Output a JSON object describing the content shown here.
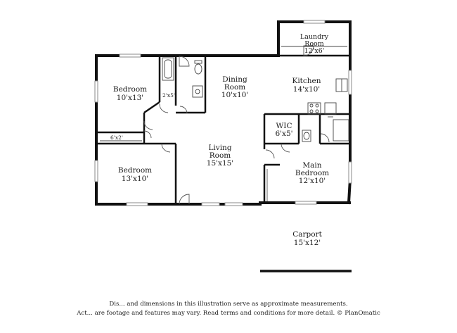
{
  "rooms": {
    "laundry": {
      "name_line1": "Laundry",
      "name_line2": "Room",
      "size": "12'x6'"
    },
    "bedroom1": {
      "name": "Bedroom",
      "size": "10'x13'"
    },
    "closet1": {
      "size": "2'x5'"
    },
    "dining": {
      "name_line1": "Dining",
      "name_line2": "Room",
      "size": "10'x10'"
    },
    "kitchen": {
      "name": "Kitchen",
      "size": "14'x10'"
    },
    "closet2": {
      "size": "6'x2'"
    },
    "wic": {
      "name": "WIC",
      "size": "6'x5'"
    },
    "living": {
      "name_line1": "Living",
      "name_line2": "Room",
      "size": "15'x15'"
    },
    "main_bedroom": {
      "name_line1": "Main",
      "name_line2": "Bedroom",
      "size": "12'x10'"
    },
    "bedroom2": {
      "name": "Bedroom",
      "size": "13'x10'"
    },
    "carport": {
      "name": "Carport",
      "size": "15'x12'"
    }
  },
  "disclaimer": {
    "line1": "Dis... and dimensions in this illustration serve as approximate measurements.",
    "line2": "Act... are footage and features may vary. Read terms and conditions for more detail. © PlanOmatic"
  }
}
